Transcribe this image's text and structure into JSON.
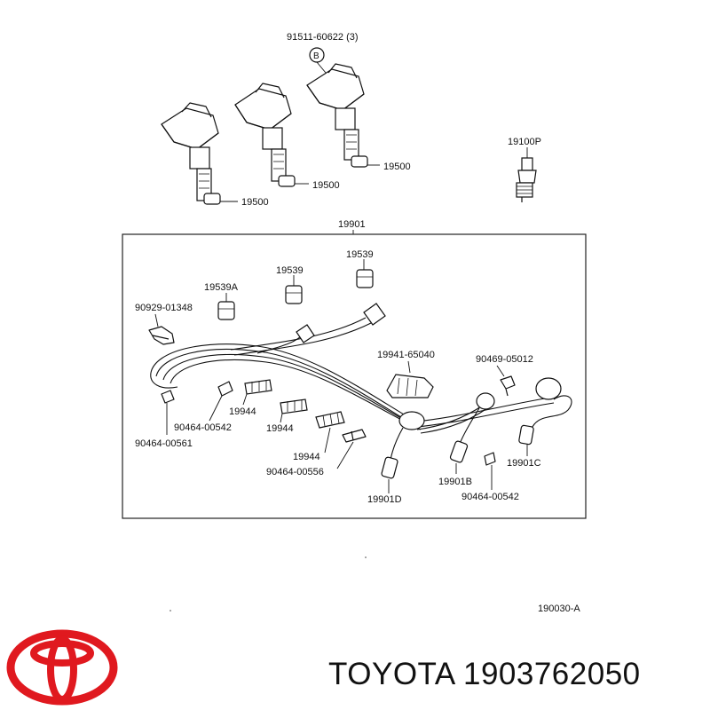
{
  "diagram": {
    "labels": {
      "bolt": "91511-60622 (3)",
      "callout": "B",
      "coil_1": "19500",
      "coil_2": "19500",
      "coil_3": "19500",
      "plug": "19100P",
      "wire_set": "19901",
      "boot_a": "19539",
      "boot_b": "19539",
      "boot_c": "19539A",
      "clamp_1": "90929-01348",
      "holder": "19941-65040",
      "clamp_2": "90469-05012",
      "clip_1": "90464-00542",
      "clip_2": "90464-00561",
      "sep_1": "19944",
      "sep_2": "19944",
      "sep_3": "19944",
      "clip_3": "90464-00556",
      "cord_d": "19901D",
      "cord_b": "19901B",
      "cord_c": "19901C",
      "clip_4": "90464-00542",
      "ref_code": "190030-A"
    }
  },
  "brand": {
    "name": "TOYOTA",
    "part_number": "1903762050",
    "logo_color": "#e0191f"
  }
}
